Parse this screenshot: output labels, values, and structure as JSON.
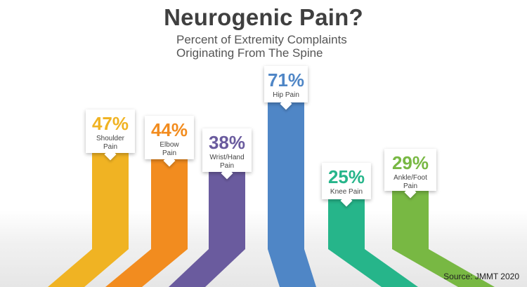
{
  "title": "Neurogenic Pain?",
  "subtitle_line1": "Percent of Extremity Complaints",
  "subtitle_line2": "Originating From The Spine",
  "source": "Source: JMMT 2020",
  "chart_data": {
    "type": "bar",
    "title": "Neurogenic Pain?",
    "subtitle": "Percent of Extremity Complaints Originating From The Spine",
    "categories": [
      "Shoulder Pain",
      "Elbow Pain",
      "Wrist/Hand Pain",
      "Hip Pain",
      "Knee Pain",
      "Ankle/Foot Pain"
    ],
    "values": [
      47,
      44,
      38,
      71,
      25,
      29
    ],
    "value_labels": [
      "47%",
      "44%",
      "38%",
      "71%",
      "25%",
      "29%"
    ],
    "label_lines": [
      [
        "Shoulder",
        "Pain"
      ],
      [
        "Elbow",
        "Pain"
      ],
      [
        "Wrist/Hand",
        "Pain"
      ],
      [
        "Hip Pain"
      ],
      [
        "Knee Pain"
      ],
      [
        "Ankle/Foot",
        "Pain"
      ]
    ],
    "unit": "%",
    "colors": [
      "#f0b323",
      "#f28c1f",
      "#6a5b9e",
      "#4f86c6",
      "#26b58a",
      "#78b843"
    ],
    "xlabel": "",
    "ylabel": "",
    "grid": false,
    "legend": "none"
  }
}
